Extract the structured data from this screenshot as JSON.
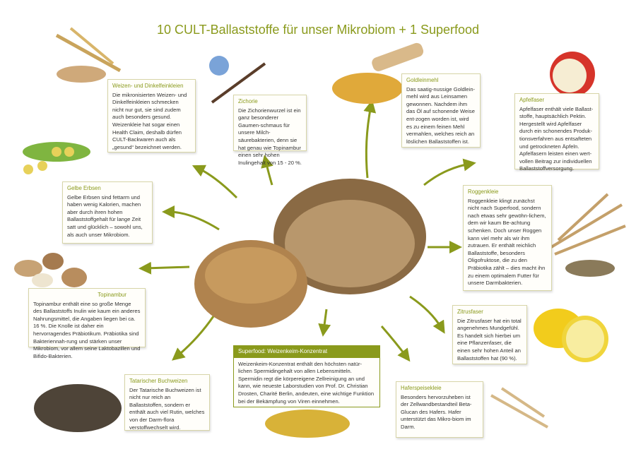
{
  "title": "10 CULT-Ballaststoffe für unser Mikrobiom + 1 Superfood",
  "accent": "#8a9a1c",
  "items": {
    "weizen": {
      "title": "Weizen- und Dinkelfeinkleien",
      "text": "Die mikronisierten Weizen- und Dinkelfeinkleien schmecken nicht nur gut, sie sind zudem auch besonders gesund. Weizenkleie hat sogar einen Health Claim, deshalb dürfen CULT-Backwaren auch als „gesund“ bezeichnet werden."
    },
    "zichorie": {
      "title": "Zichorie",
      "text": "Die Zichorienwurzel ist ein ganz besonderer Gaumen-schmaus für unsere Milch-säurebakterien, denn sie hat genau wie Topinambur einen sehr hohen Inulingehalt von 15 - 20 %."
    },
    "goldlein": {
      "title": "Goldleinmehl",
      "text": "Das saatig-nussige Goldlein-mehl wird aus Leinsamen gewonnen. Nachdem ihm das Öl auf schonende Weise ent-zogen worden ist, wird es zu einem feinen Mehl vermahlen, welches reich an löslichen Ballaststoffen ist."
    },
    "apfel": {
      "title": "Apfelfaser",
      "text": "Apfelfaser enthält viele Ballast-stoffe, hauptsächlich Pektin. Hergestellt wird Apfelfaser durch ein schonendes Produk-tionsverfahren aus entsafteten und getrockneten Äpfeln. Apfelfasern leisten einen wert-vollen Beitrag zur individuellen Ballaststoffversorgung."
    },
    "erbsen": {
      "title": "Gelbe Erbsen",
      "text": "Gelbe Erbsen sind fettarm und haben wenig Kalorien, machen aber durch ihren hohen Ballaststoffgehalt für lange Zeit satt und glücklich – sowohl uns, als auch unser Mikrobiom."
    },
    "roggen": {
      "title": "Roggenkleie",
      "text": "Roggenkleie klingt zunächst nicht nach Superfood, sondern nach etwas sehr gewöhn-lichem, dem wir kaum Be-achtung schenken. Doch unser Roggen kann viel mehr als wir ihm zutrauen. Er enthält reichlich Ballaststoffe, besonders Oligofruktose, die zu den Präbiotika zählt – dies macht ihn zu einem optimalem Futter für unsere Darmbakterien."
    },
    "topinambur": {
      "title": "Topinambur",
      "text": "Topinambur enthält eine so große Menge des Ballaststoffs Inulin wie kaum ein anderes Nahrungsmittel, die Angaben liegen bei ca. 16 %. Die Knolle ist daher ein hervorragendes Präbiotikum. Präbiotika sind Bakteriennah-rung und stärken unser Mikrobiom, vor allem seine Laktobazillen und Bifido-Bakterien."
    },
    "zitrus": {
      "title": "Zitrusfaser",
      "text": "Die Zitrusfaser hat ein total angenehmes Mundgefühl. Es handelt sich hierbei um eine Pflanzenfaser, die einen sehr hohen Anteil an Ballaststoffen hat (90 %)."
    },
    "buchweizen": {
      "title": "Tatarischer Buchweizen",
      "text": "Der Tatarische Buchweizen ist nicht nur reich an Ballaststoffen, sondern er enthält auch viel Rutin, welches von der Darm-flora verstoffwechselt wird."
    },
    "hafer": {
      "title": "Haferspeisekleie",
      "text": "Besonders hervorzuheben ist der Zellwandbestandteil Beta-Glucan des Hafers. Hafer unterstützt das Mikro-biom im Darm."
    },
    "superfood": {
      "title": "Superfood: Weizenkeim-Konzentrat",
      "text": "Weizenkeim-Konzentrat enthält den höchsten natür-lichen Spermidingehalt von allen Lebensmitteln. Spermidin regt die körpereigene Zellreinigung an und kann, wie neueste Laborstudien von Prof. Dr. Christian Drosten, Charité Berlin, andeuten, eine wichtige Funktion bei der Bekämpfung von Viren einnehmen."
    }
  }
}
